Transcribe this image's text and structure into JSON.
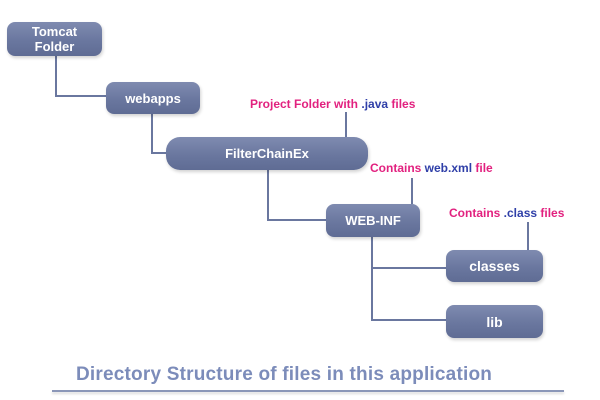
{
  "nodes": {
    "tomcat_line1": "Tomcat",
    "tomcat_line2": "Folder",
    "webapps": "webapps",
    "filterchainex": "FilterChainEx",
    "web_inf": "WEB-INF",
    "classes": "classes",
    "lib": "lib"
  },
  "annotations": {
    "project_folder": {
      "part1": "Project  Folder  with ",
      "part2": ".java",
      "part3": " files"
    },
    "web_xml": {
      "part1": "Contains ",
      "part2": "web.xml",
      "part3": " file"
    },
    "class_files": {
      "part1": "Contains ",
      "part2": ".class",
      "part3": " files"
    }
  },
  "caption": "Directory Structure of files in this application",
  "colors": {
    "node_fill": "#6a779f",
    "connector": "#6a779f",
    "annotation_pink": "#e2217f",
    "annotation_blue": "#2f3fa8",
    "caption": "#7c8cba"
  }
}
